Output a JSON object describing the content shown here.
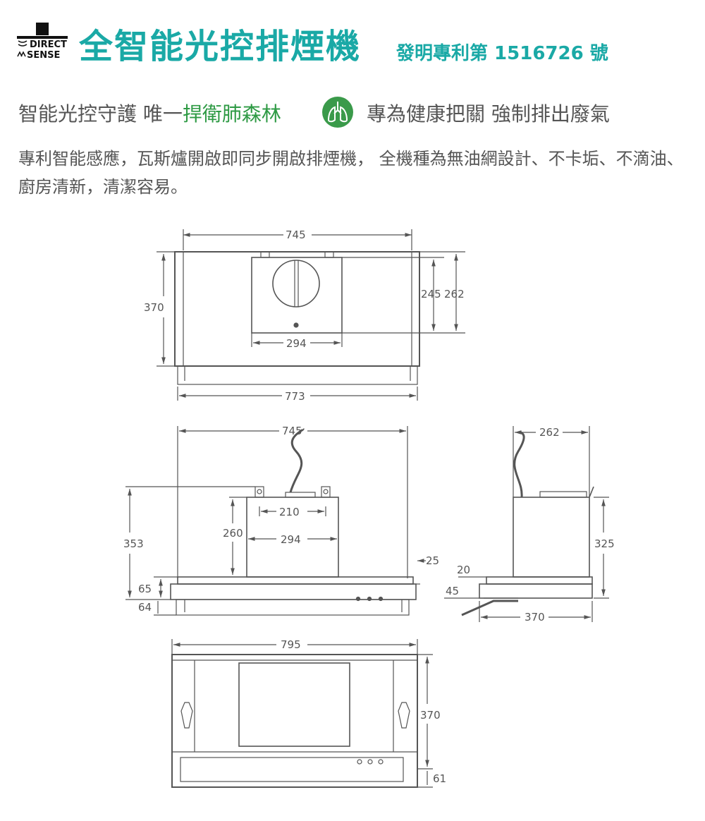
{
  "brand": {
    "logo_line1": "DIRECT",
    "logo_line2": "SENSE"
  },
  "header": {
    "title": "全智能光控排煙機",
    "patent": "發明專利第 1516726 號"
  },
  "tagline": {
    "part1": "智能光控守護 唯一",
    "highlight": "捍衛肺森林",
    "part2": "專為健康把關 強制排出廢氣",
    "icon": "lungs-icon"
  },
  "description": "專利智能感應，瓦斯爐開啟即同步開啟排煙機， 全機種為無油網設計、不卡垢、不滴油、廚房清新，清潔容易。",
  "colors": {
    "accent": "#1aa9a6",
    "highlight": "#2e9a44",
    "line": "#555555"
  },
  "dimensions": {
    "top_view": {
      "width_inner": "745",
      "height": "370",
      "depth_a": "245",
      "depth_b": "262",
      "duct_width": "294",
      "width_outer": "773"
    },
    "front_view": {
      "width": "745",
      "height": "353",
      "body_height": "260",
      "top_width": "210",
      "body_width": "294",
      "offset": "25",
      "lower_a": "65",
      "lower_b": "64"
    },
    "side_view": {
      "width": "262",
      "height": "325",
      "lower_a": "20",
      "lower_b": "45",
      "depth": "370"
    },
    "bottom_view": {
      "width": "795",
      "height": "370",
      "lip": "61"
    }
  }
}
